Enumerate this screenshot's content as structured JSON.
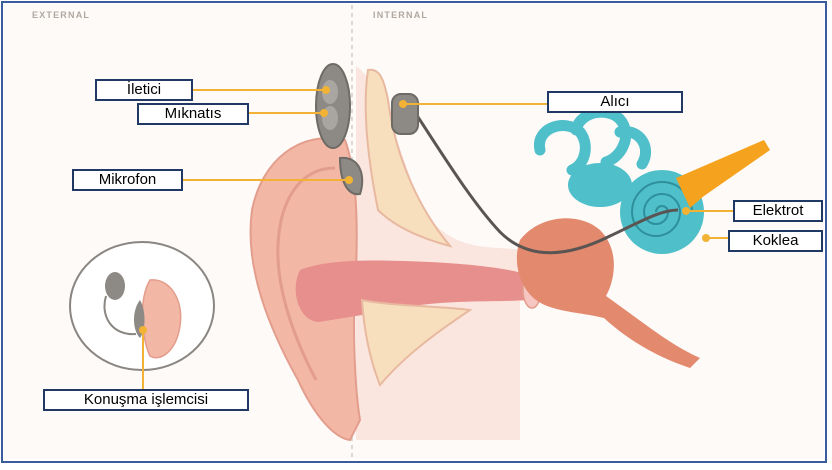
{
  "header": {
    "external": "EXTERNAL",
    "internal": "INTERNAL"
  },
  "labels": {
    "iletici": "İletici",
    "miknatis": "Mıknatıs",
    "mikrofon": "Mikrofon",
    "alici": "Alıcı",
    "elektrot": "Elektrot",
    "koklea": "Koklea",
    "konusma_islemcisi": "Konuşma işlemcisi"
  },
  "colors": {
    "frame": "#3a5c9e",
    "label_border": "#1f3864",
    "leader": "#f2b233",
    "skin": "#f3b7a6",
    "canal": "#e78f8c",
    "cochlea": "#4fbfca",
    "nerve": "#f5a21e",
    "device": "#8d8a86"
  }
}
